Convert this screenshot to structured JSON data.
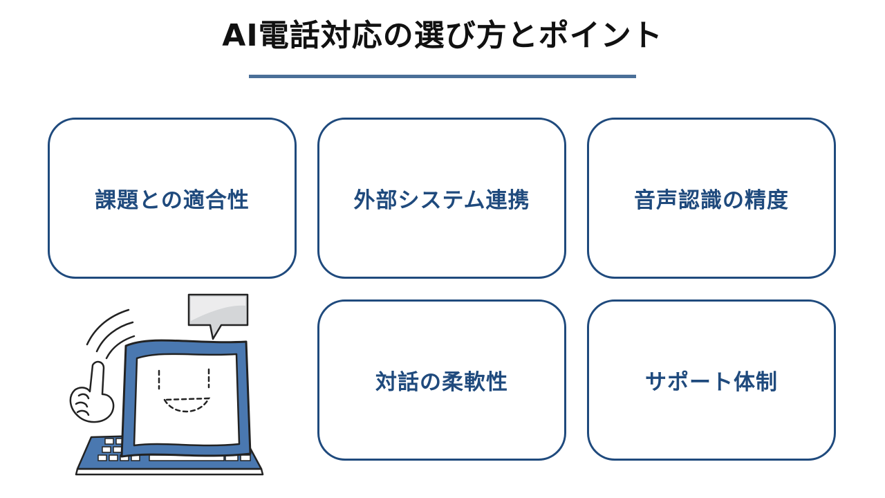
{
  "header": {
    "title": "AI電話対応の選び方とポイント"
  },
  "cards": [
    {
      "label": "課題との適合性"
    },
    {
      "label": "外部システム連携"
    },
    {
      "label": "音声認識の精度"
    },
    {
      "label": "対話の柔軟性"
    },
    {
      "label": "サポート体制"
    }
  ],
  "colors": {
    "accent": "#1f4a7d",
    "rule": "#4a6f98",
    "screen_blue": "#4a78b0",
    "title": "#111111"
  },
  "illustration": {
    "icon": "talking-computer-mascot-icon"
  }
}
